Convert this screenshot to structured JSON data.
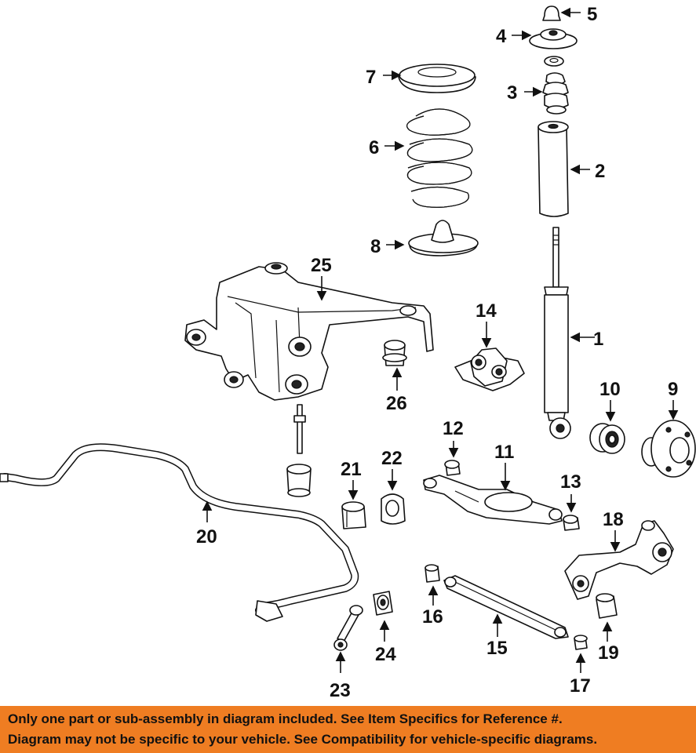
{
  "diagram": {
    "callouts": [
      "1",
      "2",
      "3",
      "4",
      "5",
      "6",
      "7",
      "8",
      "9",
      "10",
      "11",
      "12",
      "13",
      "14",
      "15",
      "16",
      "17",
      "18",
      "19",
      "20",
      "21",
      "22",
      "23",
      "24",
      "25",
      "26"
    ]
  },
  "footer": {
    "line1": "Only one part or sub-assembly in diagram included. See Item Specifics for Reference #.",
    "line2": "Diagram may not be specific to your vehicle. See Compatibility for vehicle-specific diagrams."
  },
  "colors": {
    "footer_bg": "#ef7d22",
    "ink": "#111111"
  }
}
